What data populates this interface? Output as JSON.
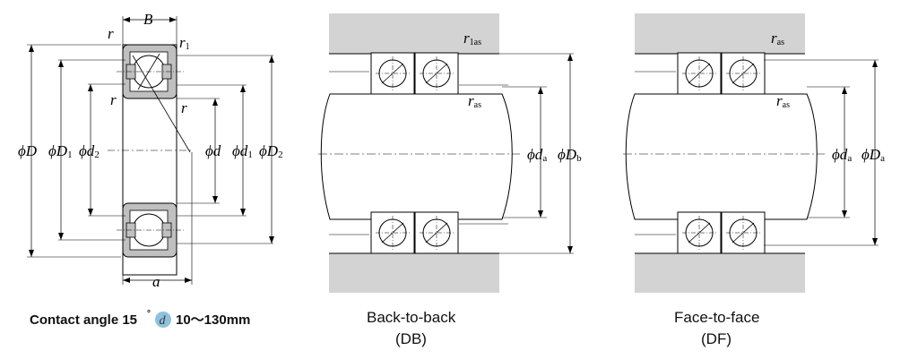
{
  "caption": {
    "prefix": "Contact angle 15",
    "degree": "°",
    "badge": "d",
    "range": "10～130mm"
  },
  "db": {
    "line1": "Back-to-back",
    "line2": "(DB)"
  },
  "df": {
    "line1": "Face-to-face",
    "line2": "(DF)"
  },
  "labels": {
    "B": "B",
    "r": "r",
    "r1": "r",
    "sub1": "1",
    "a": "a",
    "phiD": "ϕD",
    "phiD1": "ϕD",
    "phid2": "ϕd",
    "phid": "ϕd",
    "phid1": "ϕd",
    "phiD2": "ϕD",
    "sub2": "2",
    "r1as": "r",
    "sub1as": "1as",
    "ras": "r",
    "subas": "as",
    "phida": "ϕd",
    "suba": "a",
    "phiDb": "ϕD",
    "subb": "b",
    "phiDa": "ϕD"
  },
  "colors": {
    "housing": "#d3d3d3",
    "ring": "#c0c0c0",
    "badge": "#8fc1dc",
    "line": "#000000"
  }
}
